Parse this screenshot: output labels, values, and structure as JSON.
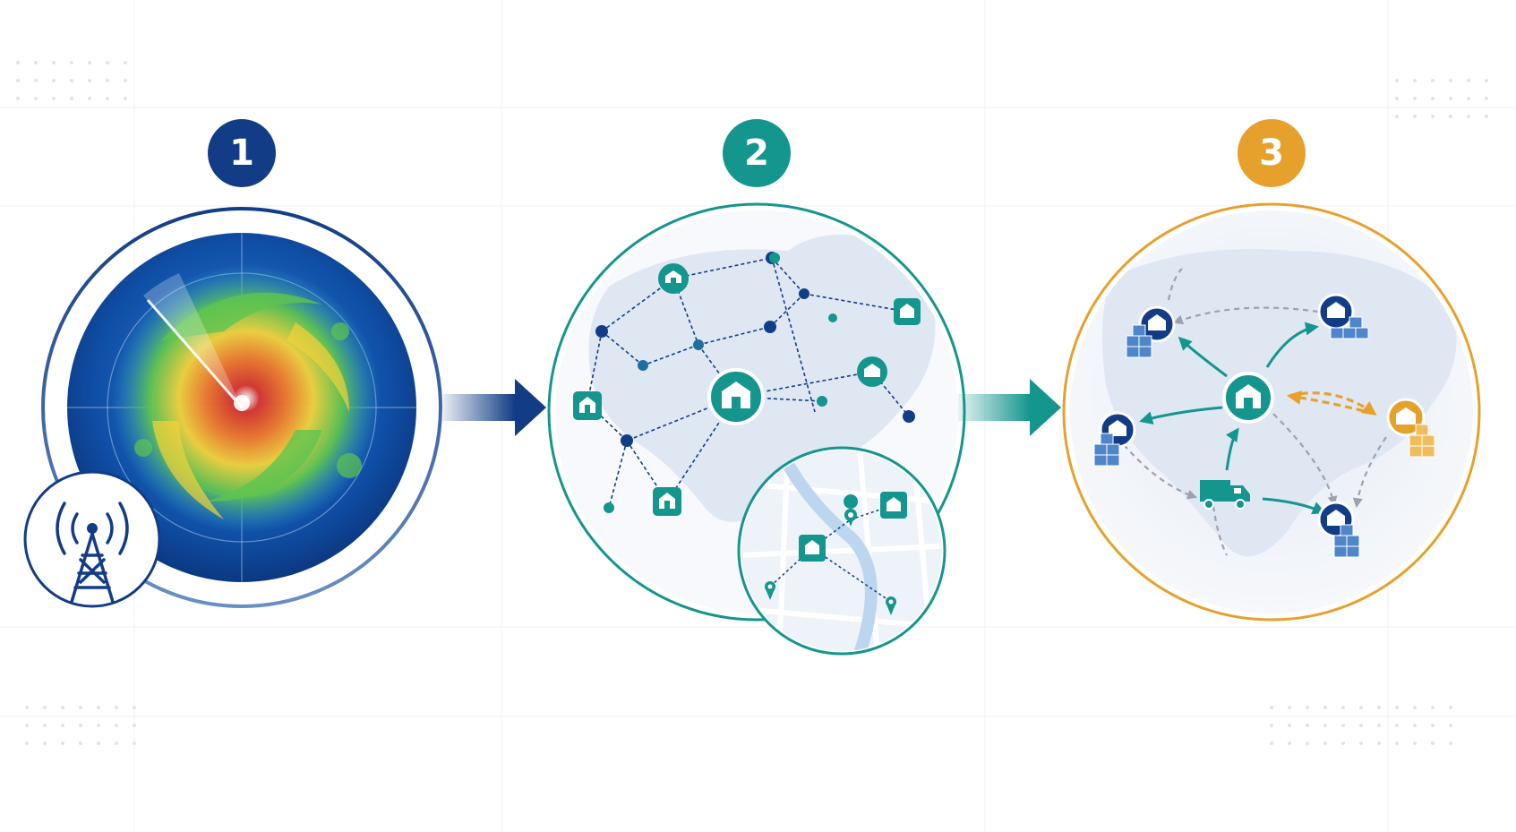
{
  "steps": [
    {
      "number": "1",
      "color": "#123d86",
      "icon": "radar-storm-icon"
    },
    {
      "number": "2",
      "color": "#14958e",
      "icon": "network-map-icon"
    },
    {
      "number": "3",
      "color": "#e6a12c",
      "icon": "logistics-map-icon"
    }
  ],
  "colors": {
    "navy": "#123d86",
    "teal": "#14958e",
    "orange": "#e6a12c",
    "map_land": "#dfe7f2",
    "grid": "#eef2f7"
  },
  "icons": {
    "tower": "broadcast-tower-icon",
    "warehouse": "warehouse-icon",
    "truck": "truck-icon",
    "pin": "location-pin-icon",
    "boxes": "package-stack-icon"
  }
}
